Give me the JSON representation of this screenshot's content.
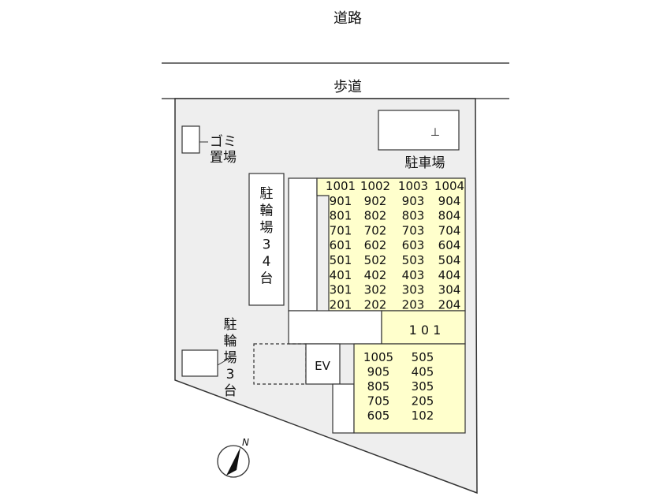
{
  "road": "道路",
  "sidewalk": "歩道",
  "garbage": {
    "line1": "ゴミ",
    "line2": "置場"
  },
  "parking": {
    "label": "駐車場",
    "mark": "⊥"
  },
  "bike_parking_34": [
    "駐",
    "輪",
    "場",
    "3",
    "4",
    "台"
  ],
  "bike_parking_3": [
    "駐",
    "輪",
    "場",
    "3",
    "台"
  ],
  "ev": "EV",
  "unit_101": "1 0 1",
  "north": "N",
  "upper_block": [
    [
      "1001",
      "1002",
      "1003",
      "1004"
    ],
    [
      "901",
      "902",
      "903",
      "904"
    ],
    [
      "801",
      "802",
      "803",
      "804"
    ],
    [
      "701",
      "702",
      "703",
      "704"
    ],
    [
      "601",
      "602",
      "603",
      "604"
    ],
    [
      "501",
      "502",
      "503",
      "504"
    ],
    [
      "401",
      "402",
      "403",
      "404"
    ],
    [
      "301",
      "302",
      "303",
      "304"
    ],
    [
      "201",
      "202",
      "203",
      "204"
    ]
  ],
  "lower_block": [
    [
      "1005",
      "505"
    ],
    [
      "905",
      "405"
    ],
    [
      "805",
      "305"
    ],
    [
      "705",
      "205"
    ],
    [
      "605",
      "102"
    ]
  ],
  "colors": {
    "site": "#eeeeee",
    "units": "#ffffcc",
    "line": "#333333"
  }
}
